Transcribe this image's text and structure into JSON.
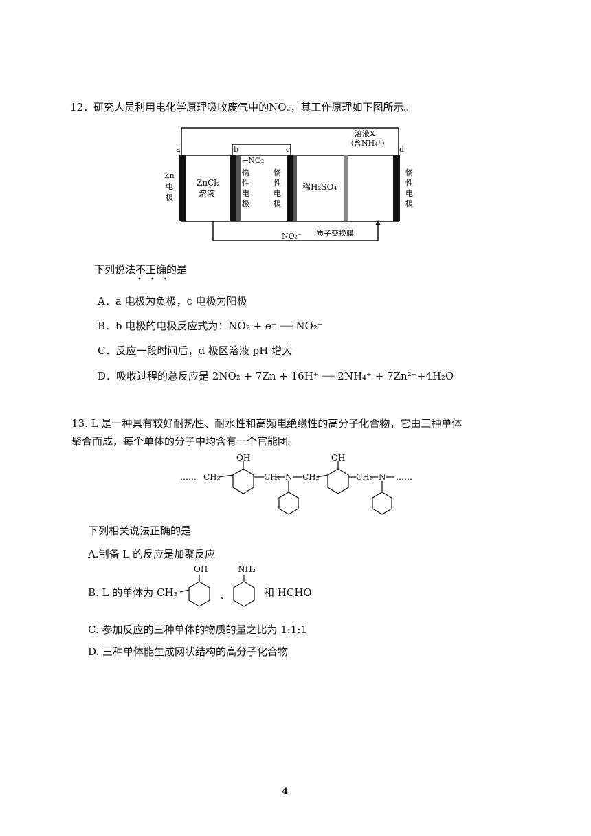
{
  "q12": {
    "stem": "12．研究人员利用电化学原理吸收废气中的NO₂，其工作原理如下图所示。",
    "diagram": {
      "a": "a",
      "b": "b",
      "c": "c",
      "d": "d",
      "zn_label": [
        "Zn",
        "电",
        "极"
      ],
      "zncl2": [
        "ZnCl₂",
        "溶液"
      ],
      "no2_in": "←NO₂",
      "inert_b": [
        "惰",
        "性",
        "电",
        "极"
      ],
      "inert_c": [
        "惰",
        "性",
        "电",
        "极"
      ],
      "h2so4": "稀H₂SO₄",
      "solution_x": [
        "溶液X",
        "（含NH₄⁺）"
      ],
      "inert_d": [
        "惰",
        "性",
        "电",
        "极"
      ],
      "no2_minus": "NO₂⁻",
      "membrane": "质子交换膜"
    },
    "prompt": "下列说法不正确的是",
    "options": [
      "A．a 电极为负极，c 电极为阳极",
      "B．b 电极的电极反应式为：NO₂ + e⁻ ══ NO₂⁻",
      "C．反应一段时间后，d 极区溶液 pH 增大",
      "D．吸收过程的总反应是  2NO₂ + 7Zn + 16H⁺ ══ 2NH₄⁺ + 7Zn²⁺+4H₂O"
    ]
  },
  "q13": {
    "stem_line1": "13. L 是一种具有较好耐热性、耐水性和高频电绝缘性的高分子化合物，它由三种单体",
    "stem_line2": "聚合而成，每个单体的分子中均含有一个官能团。",
    "structure": {
      "dots_left": "……",
      "ch2": "CH₂",
      "oh": "OH",
      "n": "N",
      "dots_right": "……"
    },
    "prompt": "下列相关说法正确的是",
    "option_a": "A.制备 L 的反应是加聚反应",
    "option_b_prefix": "B. L 的单体为 CH₃",
    "option_b_oh": "OH",
    "option_b_nh2": "NH₂",
    "option_b_sep": "、",
    "option_b_suffix": "和 HCHO",
    "option_c": "C. 参加反应的三种单体的物质的量之比为 1:1:1",
    "option_d": "D. 三种单体能生成网状结构的高分子化合物"
  },
  "page_number": "4"
}
